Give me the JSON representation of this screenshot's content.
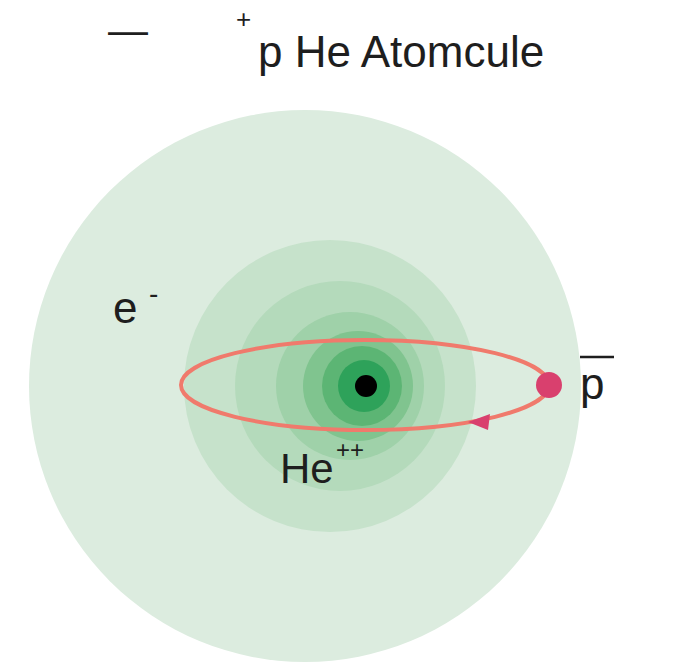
{
  "diagram": {
    "title": "p He Atomcule",
    "labels": [
      "—",
      "+",
      "e",
      "-",
      "He",
      "++",
      "p"
    ]
  }
}
